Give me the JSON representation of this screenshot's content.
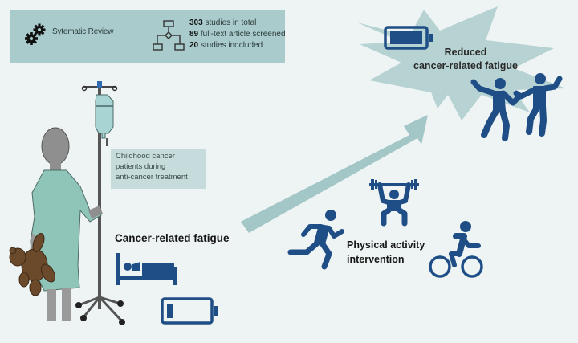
{
  "summary": {
    "method_label": "Sytematic Review",
    "method_icon": "gears-icon",
    "flow_icon": "flowchart-icon",
    "stats": [
      {
        "number": "303",
        "text": " studies in total"
      },
      {
        "number": "89",
        "text": " full-text article screened"
      },
      {
        "number": "20",
        "text": " studies indcluded"
      }
    ]
  },
  "population": {
    "lines": [
      "Childhood cancer",
      "patients during",
      "anti-cancer treatment"
    ],
    "figure": "child-patient-with-iv-pole"
  },
  "problem": {
    "label": "Cancer-related fatigue",
    "icons": [
      "bed-icon",
      "low-battery-icon"
    ]
  },
  "intervention": {
    "lines": [
      "Physical activity",
      "intervention"
    ],
    "icons": [
      "running-icon",
      "weightlifting-icon",
      "cycling-icon"
    ]
  },
  "outcome": {
    "lines": [
      "Reduced",
      "cancer-related fatigue"
    ],
    "icons": [
      "full-battery-icon",
      "dancing-people-icon"
    ]
  },
  "colors": {
    "background": "#eef4f4",
    "panel": "#a9cbcb",
    "icon_blue": "#1f4e86",
    "arrow": "#a3c6c6",
    "gown": "#8fc4b8"
  }
}
